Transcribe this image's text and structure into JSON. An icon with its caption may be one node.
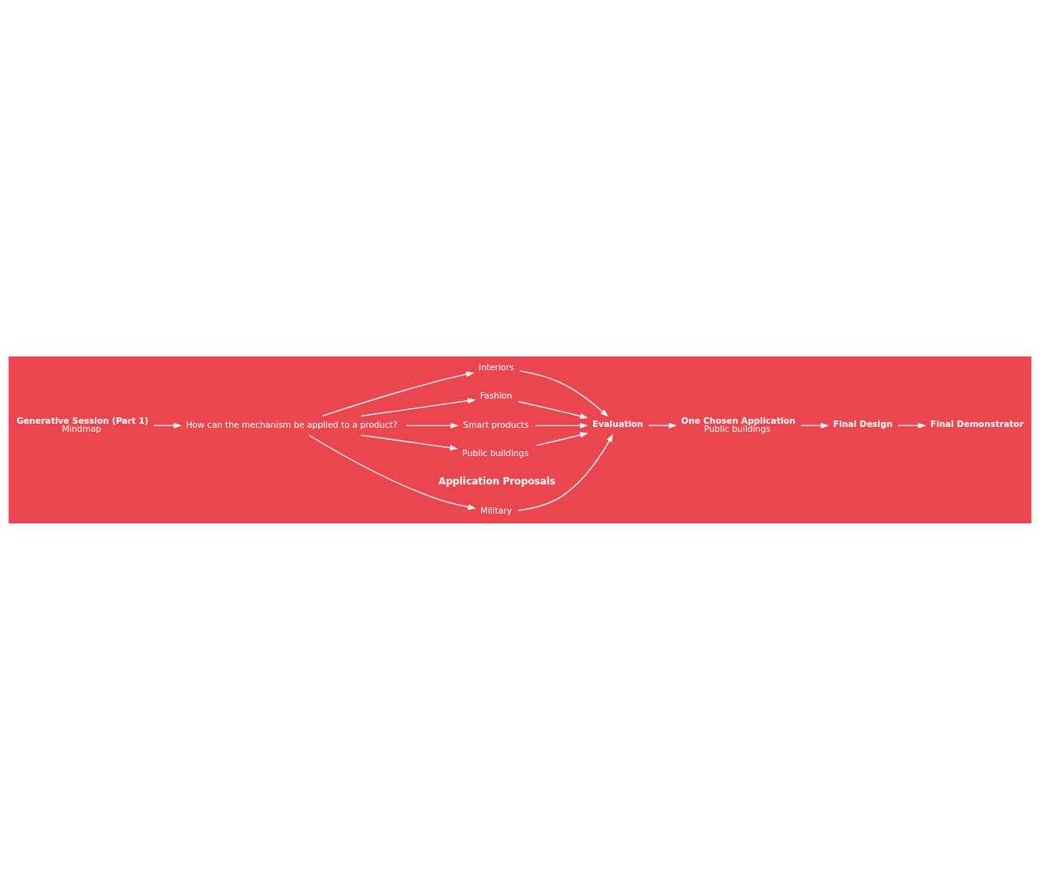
{
  "diagram": {
    "nodes": [
      {
        "text": [
          "Generative Session (Part 1)",
          "Mindmap"
        ]
      },
      {
        "text": [
          "How can the mechanism be applied to a product?"
        ]
      },
      {
        "text": [
          "Military"
        ]
      },
      {
        "text": [
          "Interiors"
        ]
      },
      {
        "text": [
          "Fashion"
        ]
      },
      {
        "text": [
          "Smart products"
        ]
      },
      {
        "text": [
          "Public buildings"
        ]
      },
      {
        "text": [
          "Evaluation"
        ]
      },
      {
        "text": [
          "One Chosen Application",
          "Public buildings"
        ]
      },
      {
        "text": [
          "Final Design"
        ]
      },
      {
        "text": [
          "Final Demonstrator"
        ]
      }
    ],
    "edges": [
      {
        "from": 0,
        "to": 1,
        "arrow": "to"
      },
      {
        "from": 1,
        "to": 2,
        "arrow": "to"
      },
      {
        "from": 1,
        "to": 3,
        "arrow": "to"
      },
      {
        "from": 1,
        "to": 4,
        "arrow": "to"
      },
      {
        "from": 1,
        "to": 5,
        "arrow": "to"
      },
      {
        "from": 1,
        "to": 6,
        "arrow": "to"
      },
      {
        "from": 2,
        "to": 7,
        "arrow": "to"
      },
      {
        "from": 3,
        "to": 7,
        "arrow": "to"
      },
      {
        "from": 4,
        "to": 7,
        "arrow": "to"
      },
      {
        "from": 5,
        "to": 7,
        "arrow": "to"
      },
      {
        "from": 6,
        "to": 7,
        "arrow": "to"
      },
      {
        "from": 7,
        "to": 8,
        "arrow": "to"
      },
      {
        "from": 8,
        "to": 9,
        "arrow": "to"
      },
      {
        "from": 9,
        "to": 10,
        "arrow": "to"
      }
    ],
    "labels": [
      "Application Proposals"
    ]
  }
}
